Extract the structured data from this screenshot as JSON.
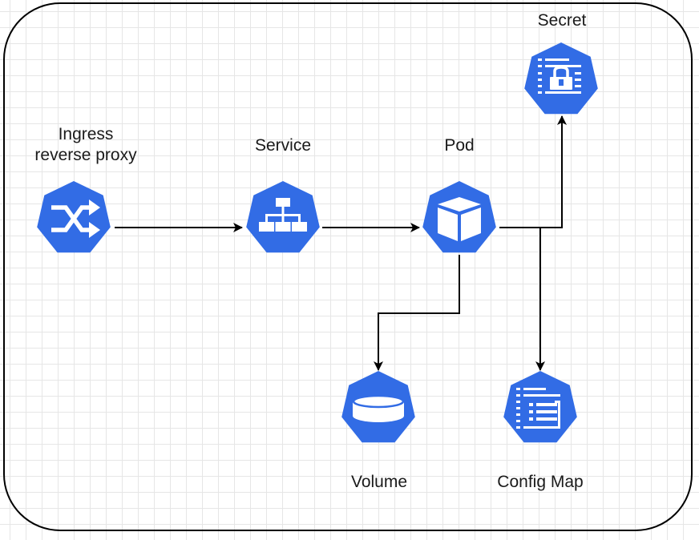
{
  "nodes": {
    "ingress": {
      "label_line1": "Ingress",
      "label_line2": "reverse proxy",
      "icon": "ingress-shuffle-icon"
    },
    "service": {
      "label": "Service",
      "icon": "service-network-icon"
    },
    "pod": {
      "label": "Pod",
      "icon": "pod-cube-icon"
    },
    "secret": {
      "label": "Secret",
      "icon": "secret-lock-icon"
    },
    "volume": {
      "label": "Volume",
      "icon": "volume-disk-icon"
    },
    "configmap": {
      "label": "Config Map",
      "icon": "config-map-list-icon"
    }
  },
  "edges": [
    {
      "from": "Ingress",
      "to": "Service"
    },
    {
      "from": "Service",
      "to": "Pod"
    },
    {
      "from": "Pod",
      "to": "Secret"
    },
    {
      "from": "Pod",
      "to": "Volume"
    },
    {
      "from": "Pod",
      "to": "Config Map"
    }
  ],
  "colors": {
    "node_fill": "#326ce5",
    "icon_white": "#ffffff",
    "edge": "#000000"
  }
}
